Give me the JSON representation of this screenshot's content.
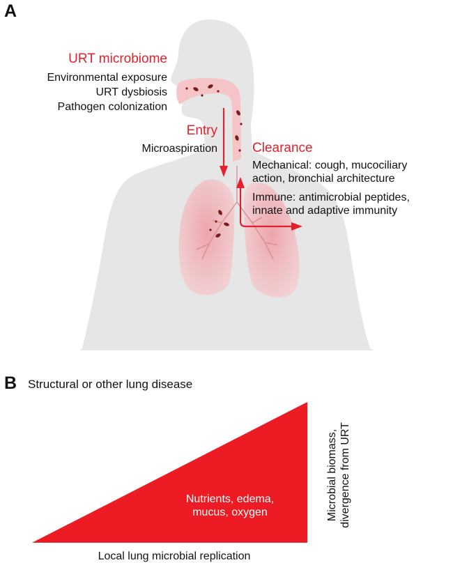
{
  "panel_a": {
    "letter": "A",
    "urt_microbiome": {
      "title": "URT microbiome",
      "items": [
        "Environmental exposure",
        "URT dysbiosis",
        "Pathogen colonization"
      ]
    },
    "entry": {
      "title": "Entry",
      "detail": "Microaspiration"
    },
    "clearance": {
      "title": "Clearance",
      "mechanical": [
        "Mechanical: cough, mucociliary",
        "action, bronchial architecture"
      ],
      "immune": [
        "Immune: antimicrobial peptides,",
        "innate and adaptive immunity"
      ]
    },
    "colors": {
      "silhouette": "#e6e6e6",
      "accent": "#e3202b",
      "lung": "#f2b9bd"
    }
  },
  "panel_b": {
    "letter": "B",
    "title": "Structural or other lung disease",
    "inside": [
      "Nutrients, edema,",
      "mucus, oxygen"
    ],
    "bottom_label": "Local lung microbial replication",
    "side_label": [
      "Microbial biomass,",
      "divergence from URT"
    ],
    "colors": {
      "triangle": "#ed1c24"
    }
  }
}
